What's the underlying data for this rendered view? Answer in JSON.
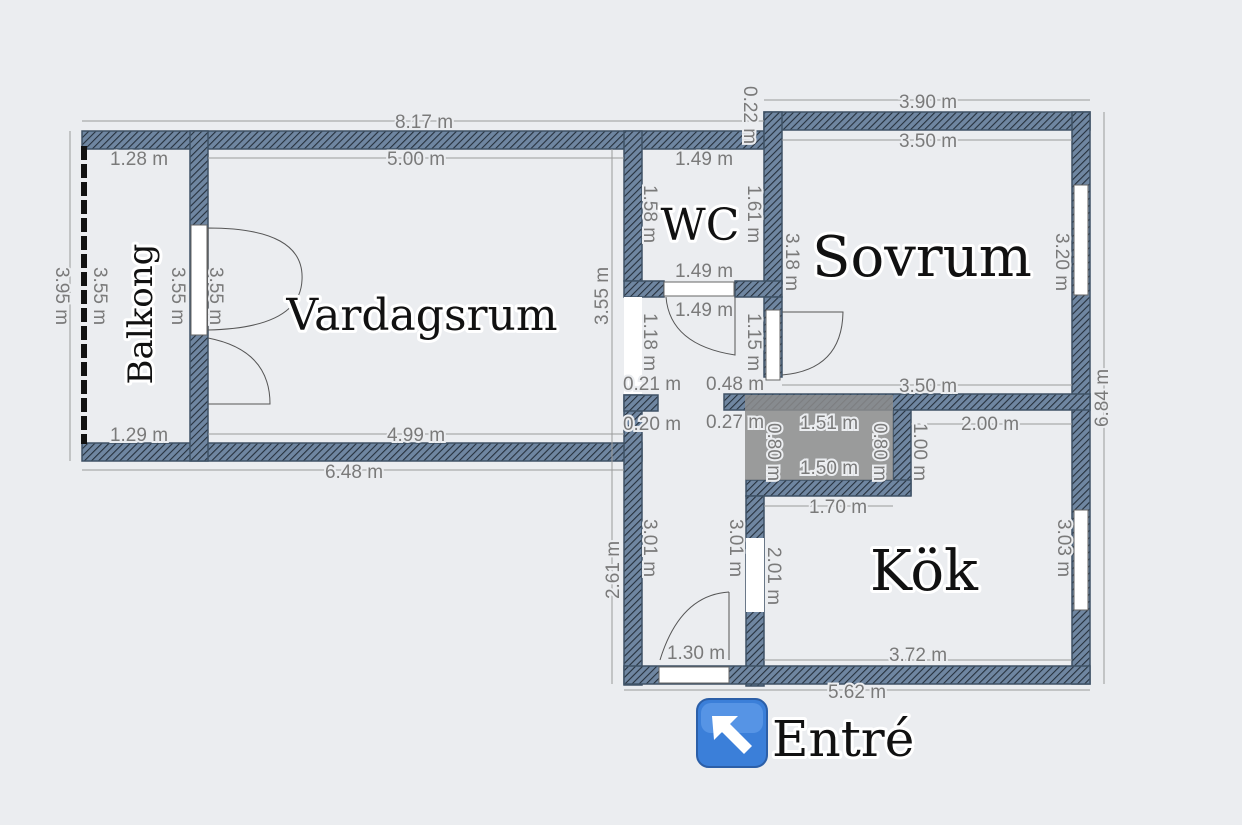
{
  "rooms": {
    "balkong": "Balkong",
    "vardagsrum": "Vardagsrum",
    "wc": "WC",
    "sovrum": "Sovrum",
    "kok": "Kök"
  },
  "entry": {
    "icon": "arrow-up-left-icon",
    "label": "Entré",
    "badge_color": "#3b7fd9"
  },
  "dimensions": {
    "total_top": "8.17 m",
    "sovrum_top_outer": "3.90 m",
    "wc_gap": "0.22 m",
    "total_left": "3.95 m",
    "balkong_top": "1.28 m",
    "balkong_bottom": "1.29 m",
    "balkong_inner_height": "3.55 m",
    "balkong_wall_height": "3.55 m",
    "vardagsrum_door_height": "3.55 m",
    "vardagsrum_top": "5.00 m",
    "vardagsrum_bottom": "4.99 m",
    "vardagsrum_right": "3.55 m",
    "total_bottom_left": "6.48 m",
    "wc_top": "1.49 m",
    "wc_left": "1.58 m",
    "wc_right": "1.61 m",
    "wc_bottom": "1.49 m",
    "hall_top": "1.49 m",
    "hall_left": "1.18 m",
    "hall_right": "1.15 m",
    "hall_small_a": "0.21 m",
    "hall_small_b": "0.48 m",
    "hall_small_c": "0.20 m",
    "hall_small_d": "0.27 m",
    "sovrum_top": "3.50 m",
    "sovrum_left": "3.18 m",
    "sovrum_right": "3.20 m",
    "sovrum_bottom": "3.50 m",
    "total_right": "6.84 m",
    "closet_top": "1.51 m",
    "closet_bottom": "1.50 m",
    "closet_left": "0.80 m",
    "closet_right": "0.80 m",
    "kok_top_right": "2.00 m",
    "kok_notch": "1.00 m",
    "kok_top_left": "1.70 m",
    "kok_left": "2.01 m",
    "kok_right": "3.03 m",
    "kok_bottom": "3.72 m",
    "hall_lower_left": "3.01 m",
    "hall_lower_right": "3.01 m",
    "hall_outer_left": "2.61 m",
    "hall_bottom": "1.30 m",
    "total_bottom_right": "5.62 m"
  },
  "colors": {
    "wall_fill": "#5d7591",
    "wall_hatch": "#2a3644",
    "background": "#ebedf0",
    "closet": "#8c8c8c"
  }
}
